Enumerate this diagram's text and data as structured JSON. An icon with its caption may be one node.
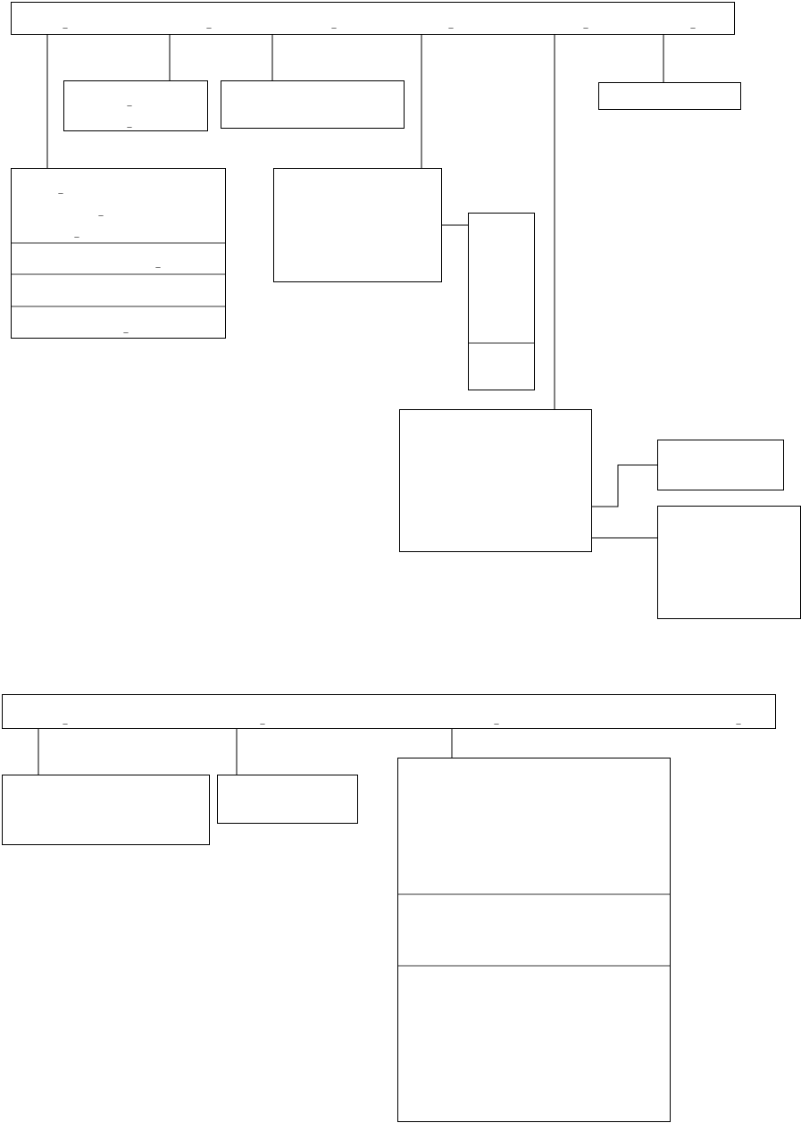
{
  "diagram": {
    "nodes": [
      {
        "text": [
          "_",
          "_",
          "_",
          "_",
          "_",
          "_"
        ]
      },
      {
        "text": [
          "_",
          "_"
        ]
      },
      {
        "text": [],
        "shape": "box"
      },
      {
        "text": [],
        "shape": "box"
      },
      {
        "text": [
          "_",
          "_",
          "_",
          "_",
          "_"
        ]
      },
      {
        "text": [],
        "shape": "box"
      },
      {
        "text": [],
        "shape": "box"
      },
      {
        "text": [],
        "shape": "box"
      },
      {
        "text": [],
        "shape": "box"
      },
      {
        "text": [],
        "shape": "box"
      },
      {
        "text": [
          "_",
          "_",
          "_",
          "_"
        ]
      },
      {
        "text": [],
        "shape": "box"
      },
      {
        "text": [],
        "shape": "box"
      },
      {
        "text": [],
        "shape": "box"
      }
    ],
    "edges": [
      {
        "from": 0,
        "to": 4,
        "arrow": "none"
      },
      {
        "from": 0,
        "to": 1,
        "arrow": "none"
      },
      {
        "from": 0,
        "to": 2,
        "arrow": "none"
      },
      {
        "from": 0,
        "to": 5,
        "arrow": "none"
      },
      {
        "from": 0,
        "to": 7,
        "arrow": "none"
      },
      {
        "from": 0,
        "to": 3,
        "arrow": "none"
      },
      {
        "from": 5,
        "to": 6,
        "arrow": "none"
      },
      {
        "from": 7,
        "to": 8,
        "arrow": "none"
      },
      {
        "from": 7,
        "to": 9,
        "arrow": "none"
      },
      {
        "from": 10,
        "to": 11,
        "arrow": "none"
      },
      {
        "from": 10,
        "to": 12,
        "arrow": "none"
      },
      {
        "from": 10,
        "to": 13,
        "arrow": "none"
      }
    ]
  }
}
